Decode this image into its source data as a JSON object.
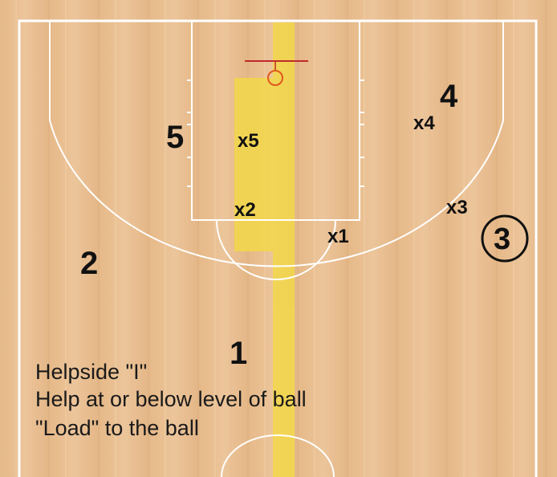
{
  "colors": {
    "floor": "#e8bf92",
    "lines": "#ffffff",
    "help_zone": "#f3d84a",
    "rim": "#e05a1e",
    "backboard": "#c0292b"
  },
  "offense": [
    {
      "id": "o1",
      "label": "1"
    },
    {
      "id": "o2",
      "label": "2"
    },
    {
      "id": "o3",
      "label": "3",
      "has_ball": true
    },
    {
      "id": "o4",
      "label": "4"
    },
    {
      "id": "o5",
      "label": "5"
    }
  ],
  "defense": [
    {
      "id": "x1",
      "label": "x1"
    },
    {
      "id": "x2",
      "label": "x2"
    },
    {
      "id": "x3",
      "label": "x3"
    },
    {
      "id": "x4",
      "label": "x4"
    },
    {
      "id": "x5",
      "label": "x5"
    }
  ],
  "notes": [
    "Helpside \"I\"",
    "Help at or below level of ball",
    "\"Load\" to the ball"
  ]
}
